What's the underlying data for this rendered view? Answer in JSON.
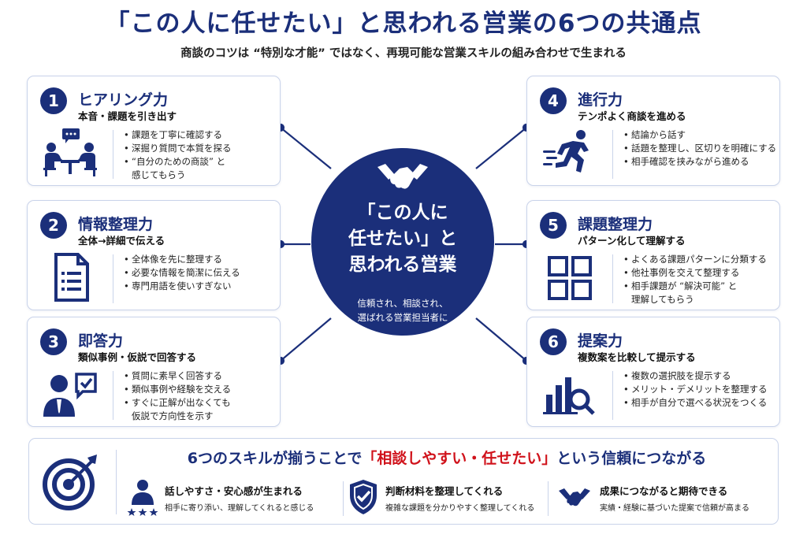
{
  "header": {
    "title": "「この人に任せたい」と思われる営業の6つの共通点",
    "subtitle": "商談のコツは “特別な才能” ではなく、再現可能な営業スキルの組み合わせで生まれる"
  },
  "center": {
    "icon": "handshake-icon",
    "line1": "「この人に",
    "line2": "任せたい」と",
    "line3": "思われる営業",
    "small1": "信頼され、相談され、",
    "small2": "選ばれる営業担当者に"
  },
  "cards": [
    {
      "num": "1",
      "title": "ヒアリング力",
      "sub": "本音・課題を引き出す",
      "icon": "meeting-icon",
      "bullets": [
        "課題を丁寧に確認する",
        "深掘り質問で本質を探る",
        "“自分のための商談” と",
        "感じてもらう"
      ]
    },
    {
      "num": "2",
      "title": "情報整理力",
      "sub": "全体→詳細で伝える",
      "icon": "document-icon",
      "bullets": [
        "全体像を先に整理する",
        "必要な情報を簡潔に伝える",
        "専門用語を使いすぎない"
      ]
    },
    {
      "num": "3",
      "title": "即答力",
      "sub": "類似事例・仮説で回答する",
      "icon": "person-check-icon",
      "bullets": [
        "質問に素早く回答する",
        "類似事例や経験を交える",
        "すぐに正解が出なくても",
        "仮説で方向性を示す"
      ]
    },
    {
      "num": "4",
      "title": "進行力",
      "sub": "テンポよく商談を進める",
      "icon": "runner-icon",
      "bullets": [
        "結論から話す",
        "話題を整理し、区切りを明確にする",
        "相手確認を挟みながら進める"
      ]
    },
    {
      "num": "5",
      "title": "課題整理力",
      "sub": "パターン化して理解する",
      "icon": "grid-icon",
      "bullets": [
        "よくある課題パターンに分類する",
        "他社事例を交えて整理する",
        "相手課題が “解決可能” と",
        "理解してもらう"
      ]
    },
    {
      "num": "6",
      "title": "提案力",
      "sub": "複数案を比較して提示する",
      "icon": "chart-search-icon",
      "bullets": [
        "複数の選択肢を提示する",
        "メリット・デメリットを整理する",
        "相手が自分で選べる状況をつくる"
      ]
    }
  ],
  "bottom": {
    "icon": "target-icon",
    "headline_pre": "6つのスキルが揃うことで",
    "headline_red": "「相談しやすい・任せたい」",
    "headline_post": "という信頼につながる",
    "red_color": "#d0121b",
    "items": [
      {
        "icon": "person-stars-icon",
        "title": "話しやすさ・安心感が生まれる",
        "text": "相手に寄り添い、理解してくれると感じる"
      },
      {
        "icon": "shield-check-icon",
        "title": "判断材料を整理してくれる",
        "text": "複雑な課題を分かりやすく整理してくれる"
      },
      {
        "icon": "handshake-icon",
        "title": "成果につながると期待できる",
        "text": "実績・経験に基づいた提案で信頼が高まる"
      }
    ]
  },
  "colors": {
    "navy": "#1b2f7a",
    "border": "#c9d3ea",
    "accent_red": "#d0121b"
  }
}
